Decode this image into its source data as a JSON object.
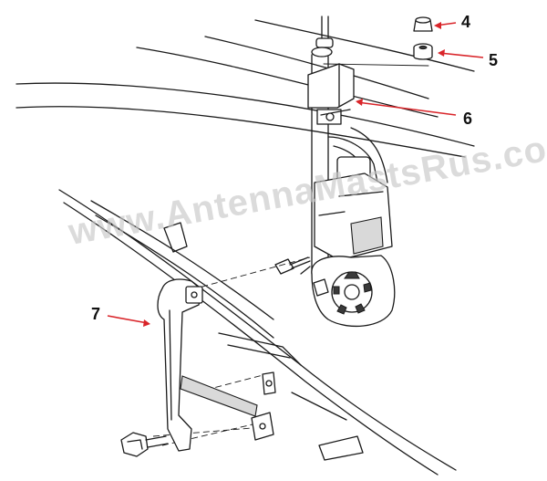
{
  "diagram": {
    "watermark": "www.AntennaMastsRus.com",
    "callouts": [
      {
        "id": "4",
        "label": "4"
      },
      {
        "id": "5",
        "label": "5"
      },
      {
        "id": "6",
        "label": "6"
      },
      {
        "id": "7",
        "label": "7"
      }
    ],
    "colors": {
      "callout_arrow": "#d9252a",
      "line_art": "#1a1a1a",
      "watermark": "#c9c9c9"
    }
  }
}
